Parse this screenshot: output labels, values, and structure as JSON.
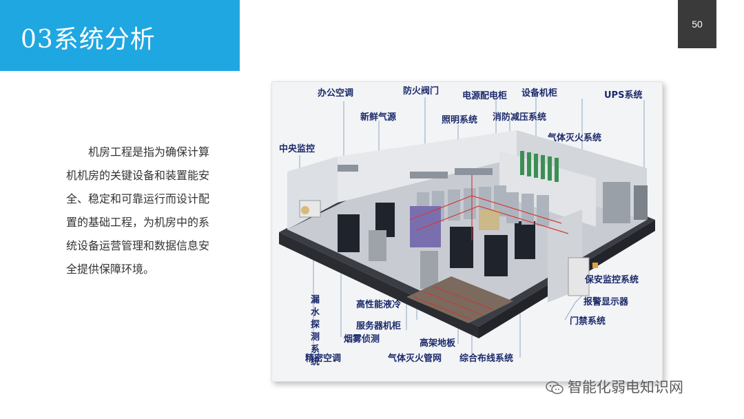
{
  "header": {
    "title": "03系统分析"
  },
  "page": {
    "number": "50"
  },
  "body": {
    "text": "机房工程是指为确保计算机机房的关键设备和装置能安全、稳定和可靠运行而设计配置的基础工程，为机房中的系统设备运营管理和数据信息安全提供保障环境。"
  },
  "diagram": {
    "labels": {
      "office_ac": "办公空调",
      "fire_valve": "防火阀门",
      "power_cabinet": "电源配电柜",
      "equipment_cabinet": "设备机柜",
      "ups": "UPS系统",
      "fresh_air": "新鲜气源",
      "lighting": "照明系统",
      "fire_pressure": "消防减压系统",
      "gas_fire": "气体灭火系统",
      "central_monitor": "中央监控",
      "security_monitor": "保安监控系统",
      "alarm_display": "报警显示器",
      "access_control": "门禁系统",
      "leak_detection": "漏水探测系统",
      "hp_liquid_cooling": "高性能液冷",
      "server_cabinet": "服务器机柜",
      "smoke_detection": "烟雾侦测",
      "raised_floor": "高架地板",
      "precision_ac": "精密空调",
      "gas_fire_pipe": "气体灭火管网",
      "cabling": "综合布线系统"
    }
  },
  "watermark": {
    "text": "智能化弱电知识网",
    "icon": "wechat-icon"
  },
  "colors": {
    "accent": "#1fa7e1",
    "label": "#1b2a6b"
  }
}
